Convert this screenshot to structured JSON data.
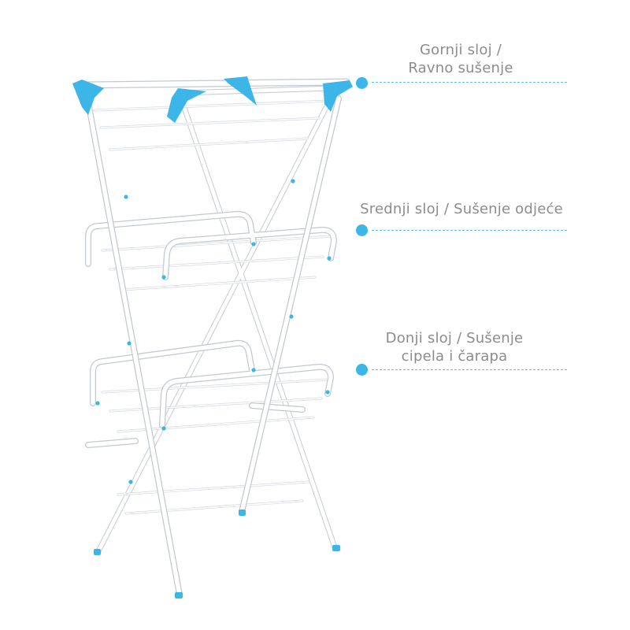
{
  "image": {
    "subject": "three-tier-drying-rack",
    "colors": {
      "frame": "#ffffff",
      "frame_outline": "#c9ced4",
      "accent": "#3cb6e8",
      "leader_line": "#5ec3ec",
      "text": "#8c8c8c"
    }
  },
  "callouts": {
    "top": {
      "line1": "Gornji sloj /",
      "line2": "Ravno sušenje",
      "icon": "dot-marker"
    },
    "middle": {
      "line1": "Srednji sloj / Sušenje odjeće",
      "icon": "dot-marker"
    },
    "bottom": {
      "line1": "Donji sloj / Sušenje",
      "line2": "cipela i čarapa",
      "icon": "dot-marker"
    }
  }
}
